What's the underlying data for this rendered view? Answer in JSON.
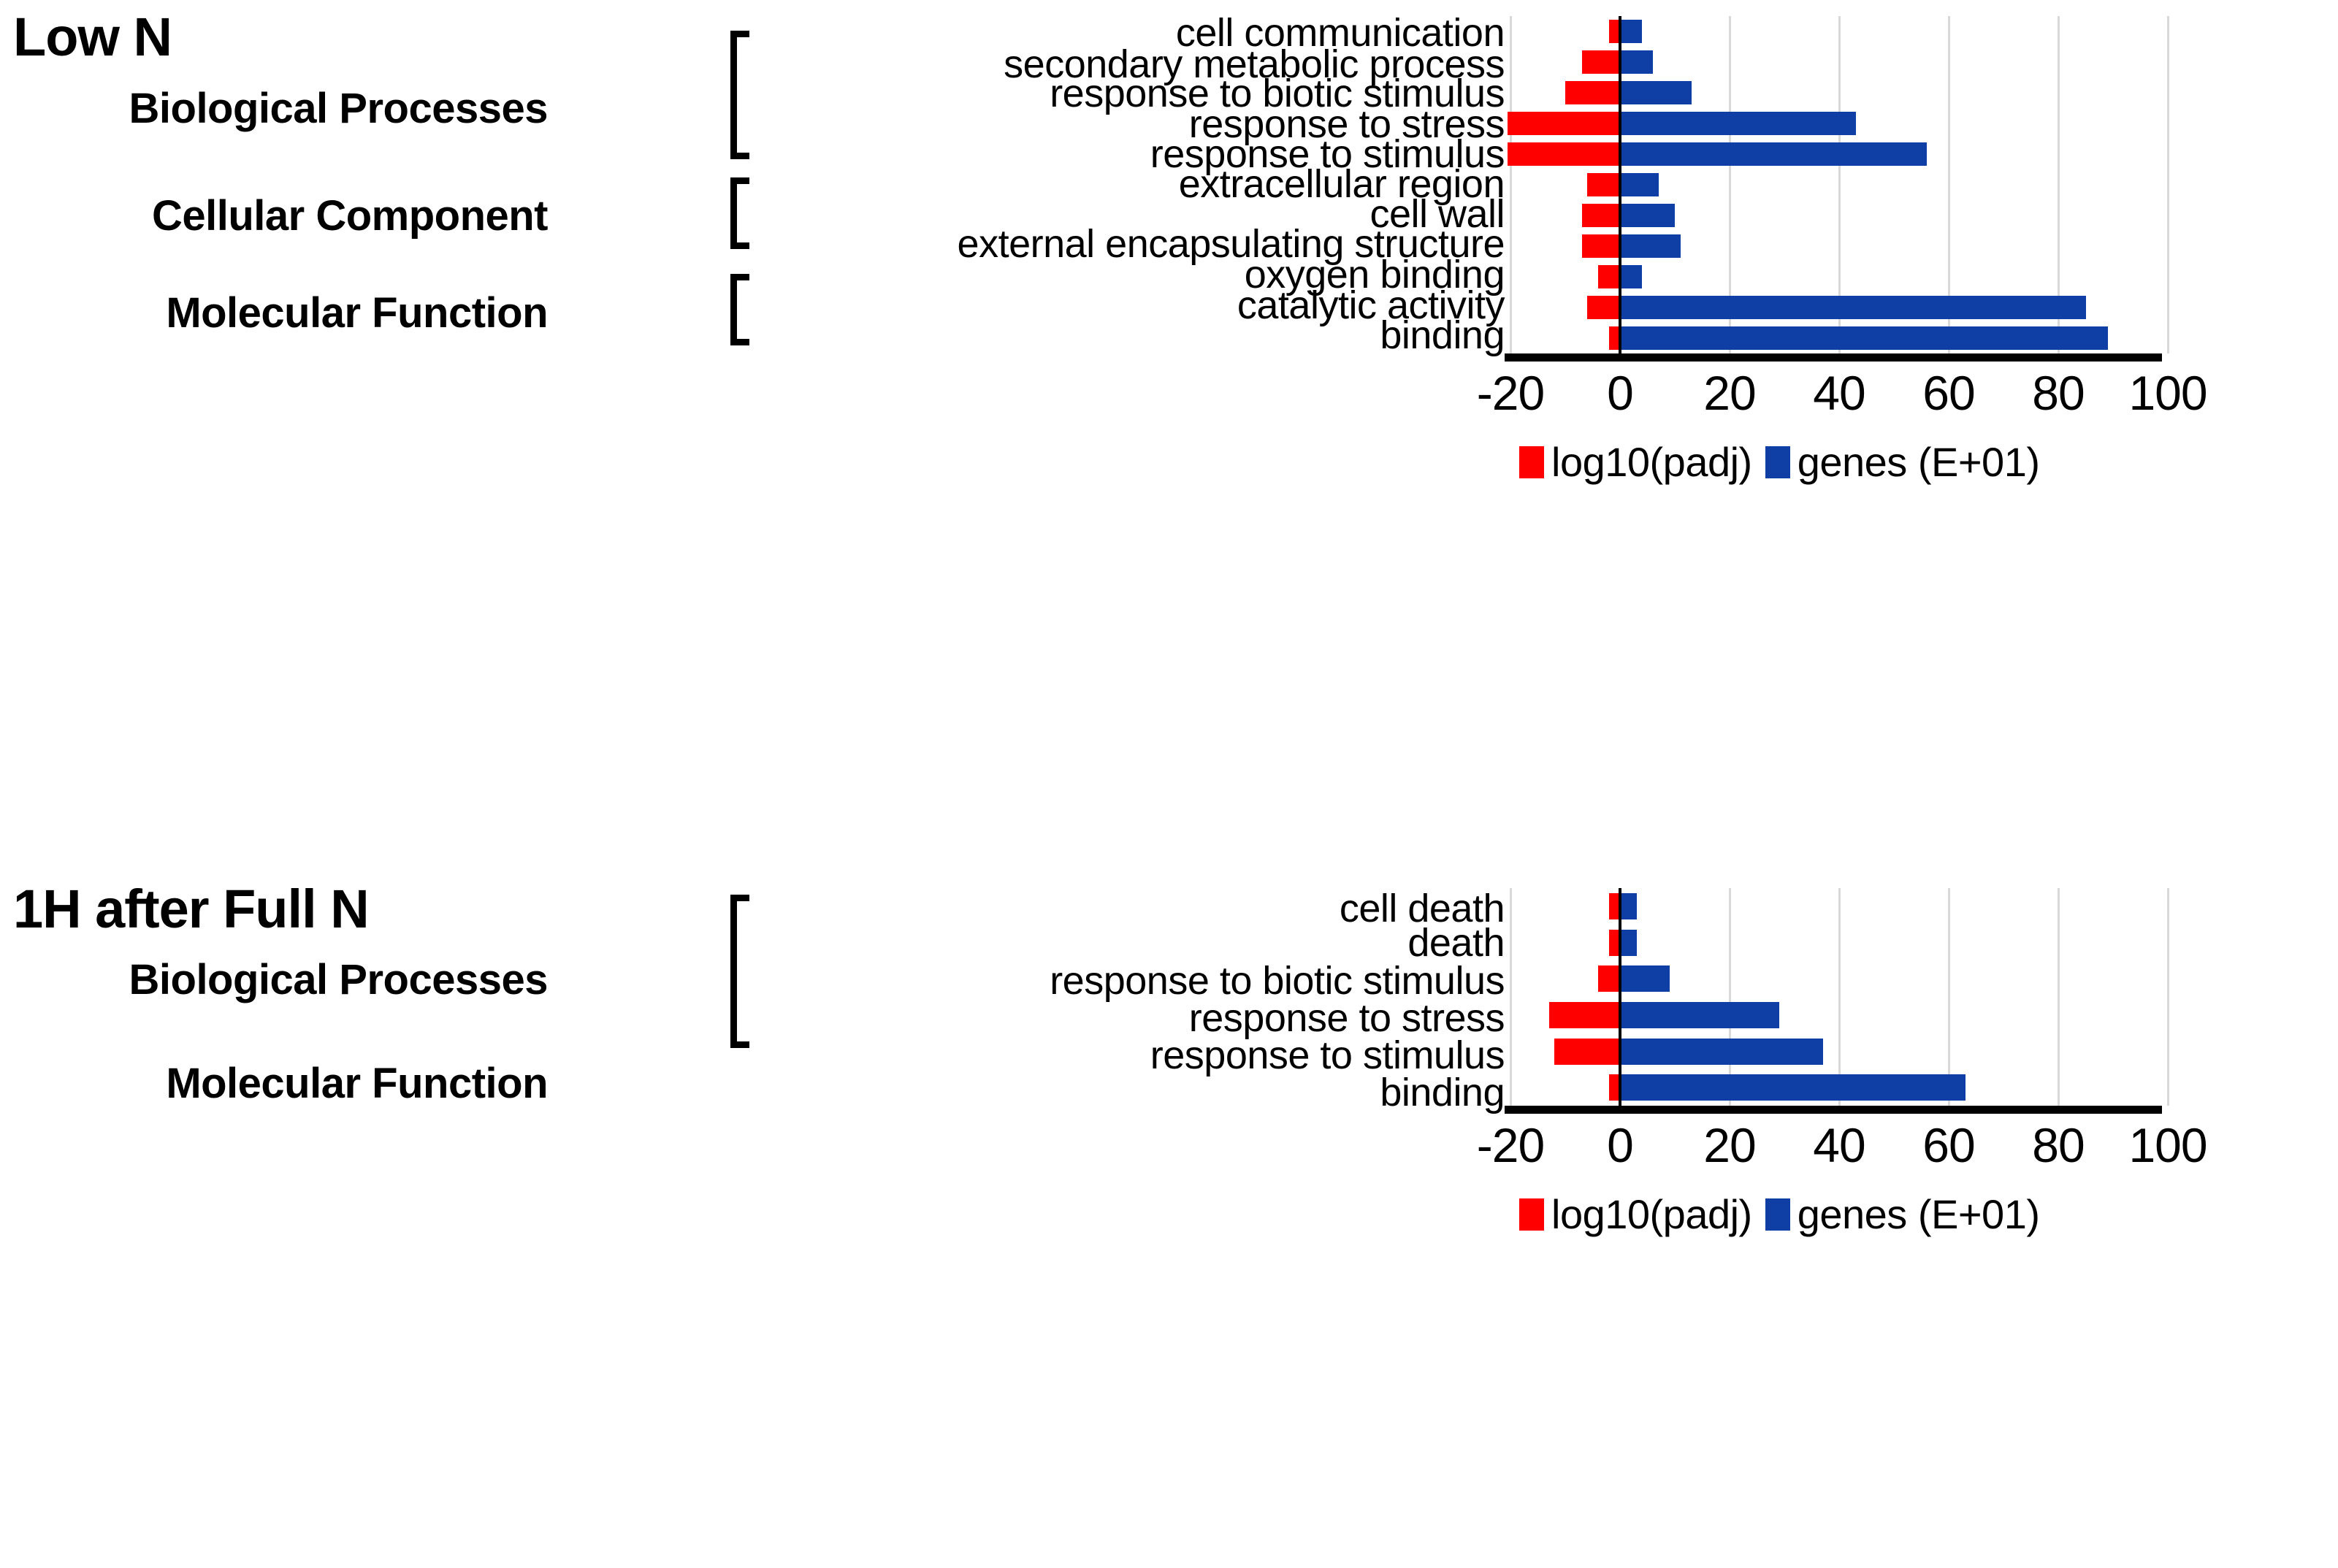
{
  "colors": {
    "padj_red": "#fe0000",
    "genes_blue": "#0f3fa5",
    "gridline": "#d9d9d9",
    "axis": "#000000",
    "background": "#ffffff"
  },
  "panels": [
    {
      "title": "Low N",
      "groups": [
        {
          "label": "Biological Processes"
        },
        {
          "label": "Cellular Component"
        },
        {
          "label": "Molecular Function"
        }
      ],
      "legend": [
        {
          "label": "log10(padj)",
          "color": "#fe0000"
        },
        {
          "label": "genes (E+01)",
          "color": "#0f3fa5"
        }
      ],
      "ticks": [
        "-20",
        "0",
        "20",
        "40",
        "60",
        "80",
        "100"
      ]
    },
    {
      "title": "1H after Full N",
      "groups": [
        {
          "label": "Biological Processes"
        },
        {
          "label": "Molecular Function"
        }
      ],
      "legend": [
        {
          "label": "log10(padj)",
          "color": "#fe0000"
        },
        {
          "label": "genes (E+01)",
          "color": "#0f3fa5"
        }
      ],
      "ticks": [
        "-20",
        "0",
        "20",
        "40",
        "60",
        "80",
        "100"
      ]
    }
  ],
  "chart_data": [
    {
      "type": "bar",
      "title": "Low N",
      "orientation": "horizontal",
      "xlabel": "",
      "ylabel": "",
      "xlim": [
        -20,
        100
      ],
      "xticks": [
        -20,
        0,
        20,
        40,
        60,
        80,
        100
      ],
      "grid": true,
      "legend_position": "bottom",
      "categories": [
        "cell communication",
        "secondary metabolic process",
        "response to biotic stimulus",
        "response to stress",
        "response to stimulus",
        "extracellular region",
        "cell wall",
        "external encapsulating structure",
        "oxygen binding",
        "catalytic activity",
        "binding"
      ],
      "category_groups": [
        "Biological Processes",
        "Biological Processes",
        "Biological Processes",
        "Biological Processes",
        "Biological Processes",
        "Cellular Component",
        "Cellular Component",
        "Cellular Component",
        "Molecular Function",
        "Molecular Function",
        "Molecular Function"
      ],
      "series": [
        {
          "name": "log10(padj)",
          "color": "#fe0000",
          "values": [
            -2,
            -7,
            -10,
            -20.5,
            -20.5,
            -6,
            -7,
            -7,
            -4,
            -6,
            -2
          ]
        },
        {
          "name": "genes (E+01)",
          "color": "#0f3fa5",
          "values": [
            4,
            6,
            13,
            43,
            56,
            7,
            10,
            11,
            4,
            85,
            89
          ]
        }
      ]
    },
    {
      "type": "bar",
      "title": "1H after Full N",
      "orientation": "horizontal",
      "xlabel": "",
      "ylabel": "",
      "xlim": [
        -20,
        100
      ],
      "xticks": [
        -20,
        0,
        20,
        40,
        60,
        80,
        100
      ],
      "grid": true,
      "legend_position": "bottom",
      "categories": [
        "cell death",
        "death",
        "response to biotic stimulus",
        "response to stress",
        "response to stimulus",
        "binding"
      ],
      "category_groups": [
        "Biological Processes",
        "Biological Processes",
        "Biological Processes",
        "Biological Processes",
        "Biological Processes",
        "Molecular Function"
      ],
      "series": [
        {
          "name": "log10(padj)",
          "color": "#fe0000",
          "values": [
            -2,
            -2,
            -4,
            -13,
            -12,
            -2
          ]
        },
        {
          "name": "genes (E+01)",
          "color": "#0f3fa5",
          "values": [
            3,
            3,
            9,
            29,
            37,
            63
          ]
        }
      ]
    }
  ]
}
